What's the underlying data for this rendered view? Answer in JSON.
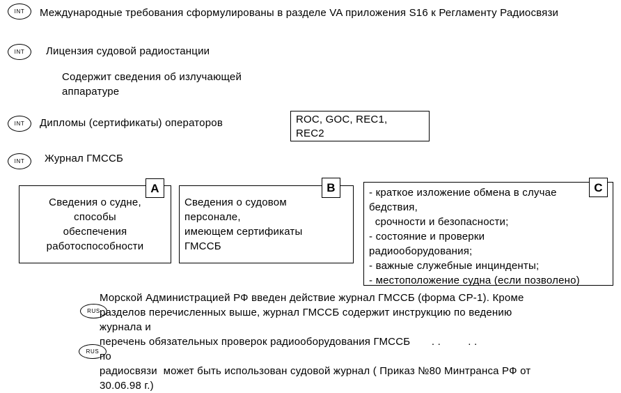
{
  "page": {
    "background": "#ffffff",
    "text_color": "#000000",
    "border_color": "#000000"
  },
  "badges": {
    "int": "INT",
    "rus": "RUS"
  },
  "header": {
    "intl_requirements": "Международные требования сформулированы в разделе VA приложения S16 к Регламенту Радиосвязи"
  },
  "license": {
    "title": "Лицензия судовой радиостанции",
    "note": "Содержит сведения об излучающей\nаппаратуре"
  },
  "diplomas": {
    "title": "Дипломы (сертификаты) операторов",
    "certificates": "ROC, GOC, REC1,\nREC2"
  },
  "journal": {
    "title": "Журнал ГМССБ",
    "section_a": {
      "label": "A",
      "text": "Сведения о судне,\nспособы\nобеспечения\nработоспособности"
    },
    "section_b": {
      "label": "B",
      "text": "Сведения о судовом\nперсонале,\nимеющем сертификаты\nГМССБ"
    },
    "section_c": {
      "label": "C",
      "text": "- краткое изложение обмена в случае\nбедствия,\n  срочности и безопасности;\n- состояние и проверки\nрадиооборудования;\n- важные служебные инцинденты;\n- местоположение судна (если позволено)"
    }
  },
  "rus_notes": {
    "note1": "Морской Администрацией РФ введен действие журнал ГМССБ (форма СР-1). Кроме\nразделов перечисленных выше, журнал ГМССБ содержит инструкцию по ведению\nжурнала и\nперечень обязательных проверок радиооборудования ГМССБ       . .         . .",
    "note2": "по\nрадиосвязи  может быть использован судовой журнал ( Приказ №80 Минтранса РФ от\n30.06.98 г.)"
  }
}
